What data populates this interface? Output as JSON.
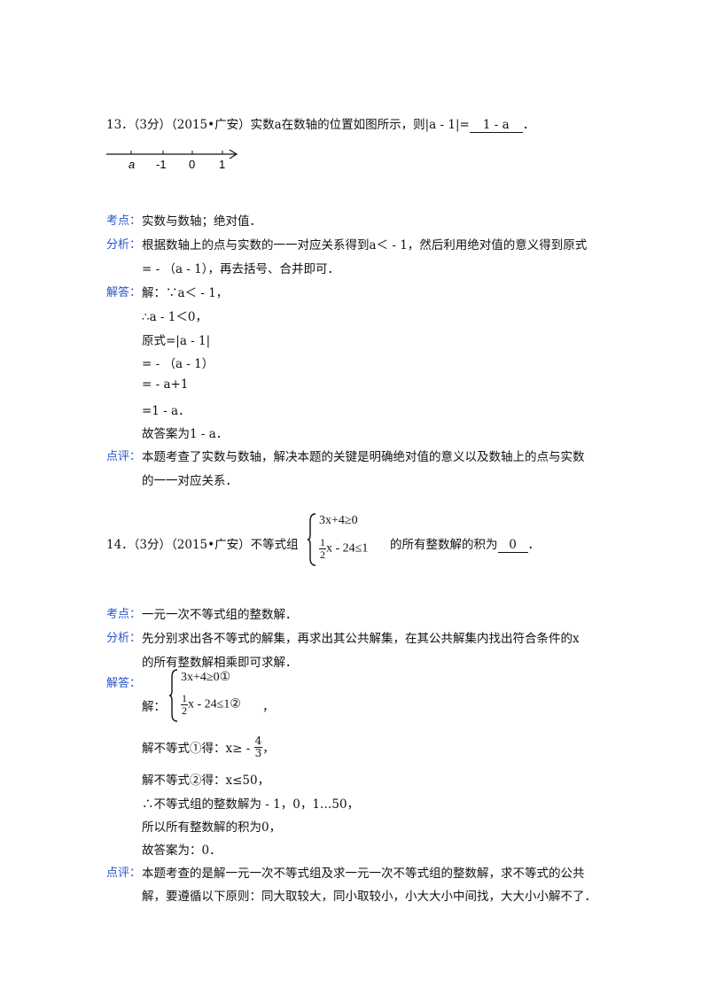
{
  "q13": {
    "stem": "13．（3分）（2015•广安）实数a在数轴的位置如图所示，则|a - 1|=",
    "answer": "1 - a",
    "stem_end": "．",
    "numberline": {
      "labels": [
        "a",
        "-1",
        "0",
        "1"
      ]
    },
    "kaodian_label": "考点：",
    "kaodian": "实数与数轴；绝对值．",
    "fenxi_label": "分析：",
    "fenxi_1": "根据数轴上的点与实数的一一对应关系得到a＜ - 1，然后利用绝对值的意义得到原式",
    "fenxi_2": "= - （a - 1），再去括号、合并即可．",
    "jieda_label": "解答：",
    "jieda": [
      "解：∵a＜ - 1，",
      "∴a - 1＜0，",
      "原式=|a - 1|",
      "= - （a - 1）",
      "= - a+1",
      "=1 - a．",
      "故答案为1 - a．"
    ],
    "dianping_label": "点评：",
    "dianping_1": "本题考查了实数与数轴，解决本题的关键是明确绝对值的意义以及数轴上的点与实数",
    "dianping_2": "的一一对应关系．"
  },
  "q14": {
    "stem": "14．（3分）（2015•广安）不等式组",
    "sys_1": "3x+4≥0",
    "sys_2_frac_num": "1",
    "sys_2_frac_den": "2",
    "sys_2_rest": "x - 24≤1",
    "stem_after": "的所有整数解的积为",
    "answer": "0",
    "stem_end": "．",
    "kaodian_label": "考点：",
    "kaodian": "一元一次不等式组的整数解．",
    "fenxi_label": "分析：",
    "fenxi_1": "先分别求出各不等式的解集，再求出其公共解集，在其公共解集内找出符合条件的x",
    "fenxi_2": "的所有整数解相乘即可求解．",
    "jieda_label": "解答：",
    "jie_prefix": "解：",
    "jie_sys_1": "3x+4≥0①",
    "jie_sys_2_rest": "x - 24≤1②",
    "jie_sys_end": "，",
    "step1_prefix": "解不等式①得：x≥ - ",
    "step1_num": "4",
    "step1_den": "3",
    "step1_end": "，",
    "step2": "解不等式②得：x≤50，",
    "step3": "∴不等式组的整数解为 - 1，0，1…50，",
    "step4": "所以所有整数解的积为0，",
    "step5": "故答案为：0．",
    "dianping_label": "点评：",
    "dianping_1": "本题考查的是解一元一次不等式组及求一元一次不等式组的整数解，求不等式的公共",
    "dianping_2": "解，要遵循以下原则：同大取较大，同小取较小，小大大小中间找，大大小小解不了．"
  }
}
